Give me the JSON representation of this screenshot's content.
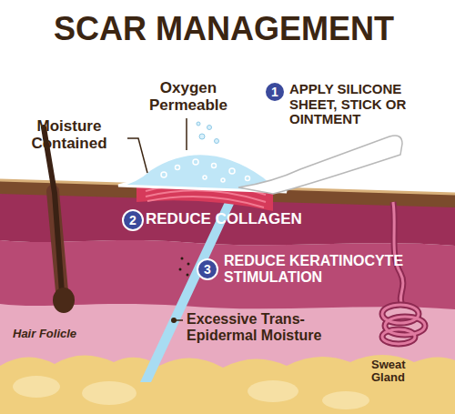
{
  "diagram": {
    "title": "SCAR MANAGEMENT",
    "nodes": [
      {
        "text": [
          "1"
        ]
      },
      {
        "text": [
          "2"
        ]
      },
      {
        "text": [
          "3"
        ]
      }
    ],
    "labels": [
      "Oxygen Permeable",
      "Moisture Contained",
      "APPLY SILICONE SHEET, STICK OR OINTMENT",
      "REDUCE COLLAGEN",
      "REDUCE KERATINOCYTE STIMULATION",
      "Excessive Trans-Epidermal Moisture",
      "Hair Folicle",
      "Sweat Gland"
    ]
  }
}
